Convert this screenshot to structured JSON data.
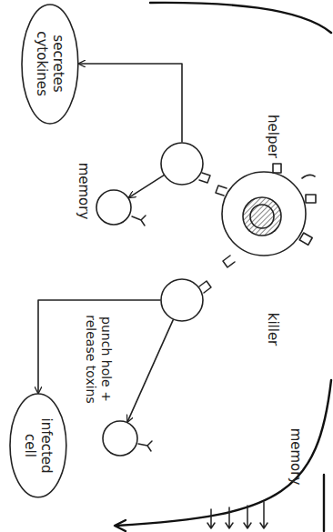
{
  "diagram": {
    "nodes": [
      {
        "text": [
          "secretes cytokines"
        ]
      },
      {
        "text": [
          "helper"
        ]
      },
      {
        "text": [
          "memory"
        ]
      },
      {
        "text": [
          "killer"
        ]
      },
      {
        "text": [
          "memory"
        ]
      },
      {
        "text": [
          "infected cell"
        ]
      }
    ],
    "edges": [
      {
        "from": 1,
        "to": 0,
        "arrow": "to"
      },
      {
        "from": 1,
        "to": 2,
        "arrow": "to"
      },
      {
        "from": 3,
        "to": 5,
        "arrow": "to",
        "label": "punch hole + release toxins"
      },
      {
        "from": 3,
        "to": 4,
        "arrow": "to"
      }
    ]
  }
}
